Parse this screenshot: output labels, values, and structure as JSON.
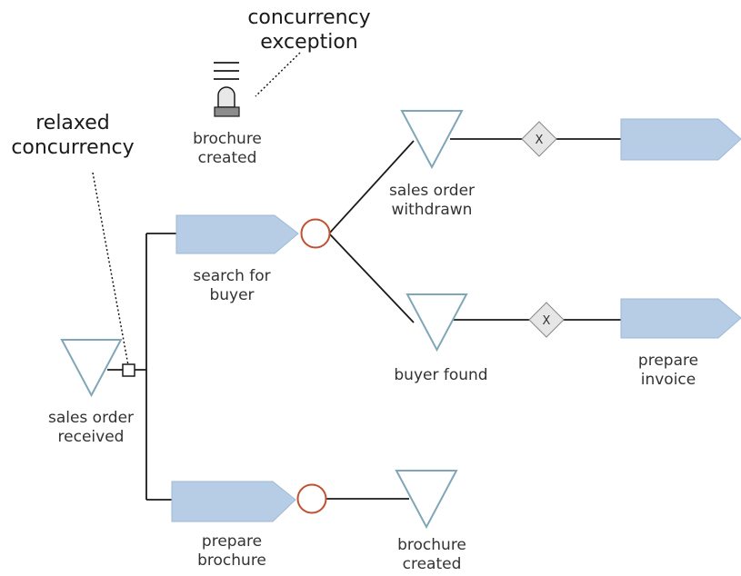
{
  "annotations": {
    "concurrency_exception": [
      "concurrency",
      "exception"
    ],
    "relaxed_concurrency": [
      "relaxed",
      "concurrency"
    ]
  },
  "events": {
    "sales_order_received": [
      "sales order",
      "received"
    ],
    "sales_order_withdrawn": [
      "sales order",
      "withdrawn"
    ],
    "buyer_found": [
      "buyer found"
    ],
    "brochure_created_bottom": [
      "brochure",
      "created"
    ],
    "brochure_created_top": [
      "brochure",
      "created"
    ]
  },
  "functions": {
    "search_for_buyer": [
      "search for",
      "buyer"
    ],
    "prepare_invoice": [
      "prepare",
      "invoice"
    ],
    "prepare_brochure": [
      "prepare",
      "brochure"
    ]
  },
  "connectors": {
    "xor_top_label": "X",
    "xor_bottom_label": "X"
  },
  "colors": {
    "event_stroke": "#7fa7b8",
    "function_fill": "#b7cde6",
    "and_connector_stroke": "#c0502e",
    "xor_fill": "#e6e6e6",
    "line": "#1a1a1a"
  },
  "icons": {
    "exception_icon": "alarm-bell-icon"
  }
}
